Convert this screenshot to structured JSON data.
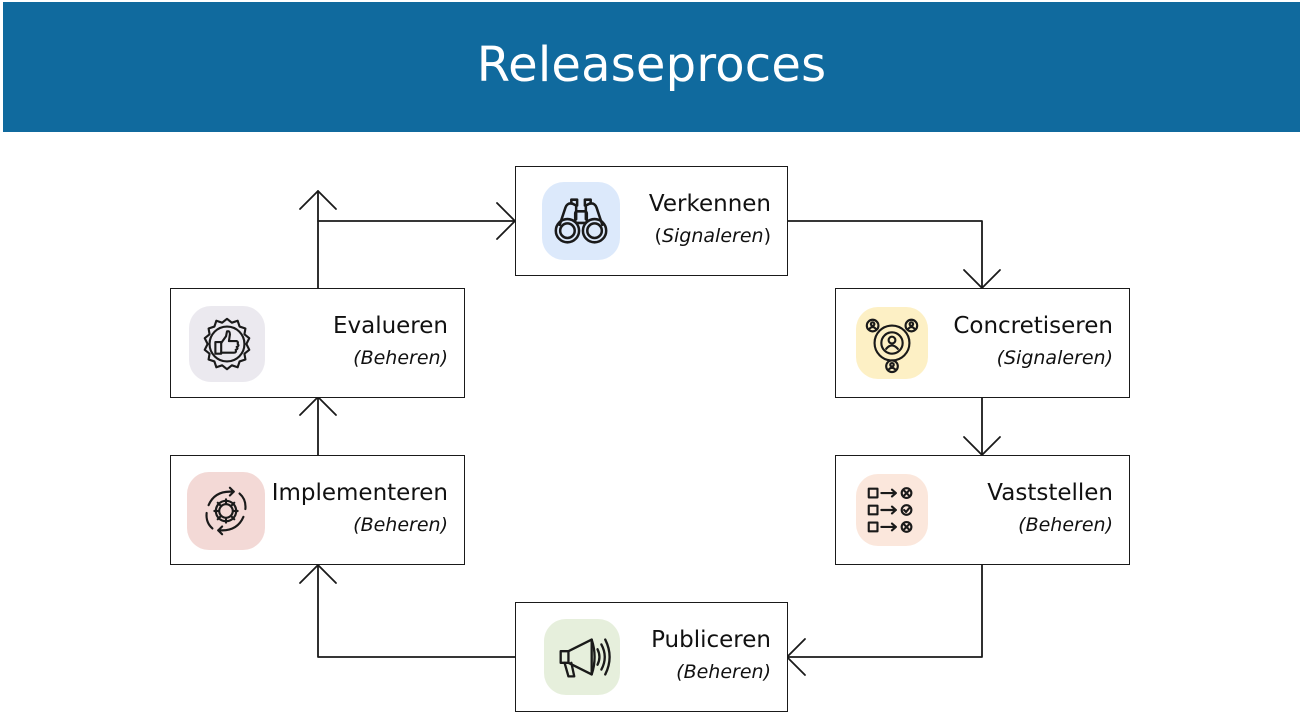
{
  "title": "Releaseproces",
  "steps": {
    "verkennen": {
      "label": "Verkennen",
      "phase_open": "(",
      "phase_word": "Signaleren",
      "phase_close": ")",
      "icon": "binoculars-icon",
      "icon_bg": "#dce9fb"
    },
    "concretiseren": {
      "label": "Concretiseren",
      "phase": "(Signaleren)",
      "icon": "team-network-icon",
      "icon_bg": "#fdf0c5"
    },
    "vaststellen": {
      "label": "Vaststellen",
      "phase": "(Beheren)",
      "icon": "checklist-icon",
      "icon_bg": "#fbe7dc"
    },
    "publiceren": {
      "label": "Publiceren",
      "phase": "(Beheren)",
      "icon": "megaphone-icon",
      "icon_bg": "#e6efdc"
    },
    "implementeren": {
      "label": "Implementeren",
      "phase": "(Beheren)",
      "icon": "gear-cycle-icon",
      "icon_bg": "#f3d9d6"
    },
    "evalueren": {
      "label": "Evalueren",
      "phase": "(Beheren)",
      "icon": "thumbs-up-badge-icon",
      "icon_bg": "#ebe9ef"
    }
  },
  "colors": {
    "header": "#106a9e",
    "line": "#1a1a1a"
  }
}
